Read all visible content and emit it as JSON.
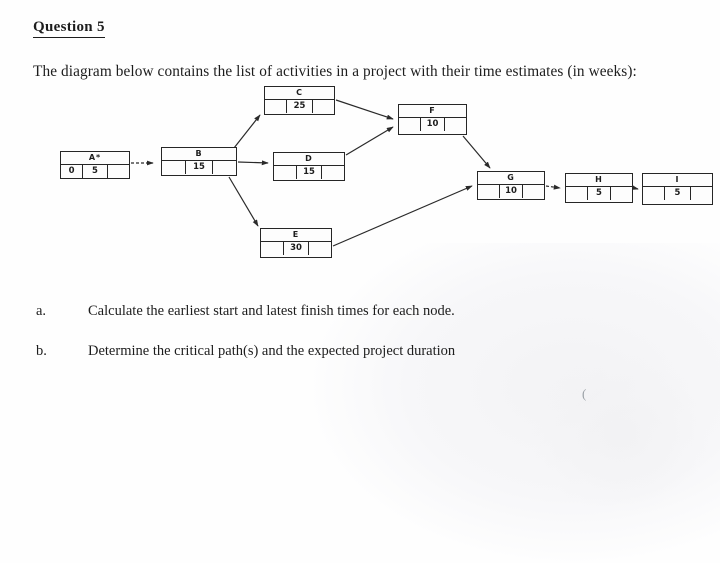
{
  "page": {
    "title": "Question 5",
    "intro": "The diagram below contains the list of activities in a project with their time estimates (in weeks):",
    "items": [
      {
        "label": "a.",
        "text": "Calculate the earliest start and latest finish times for each node."
      },
      {
        "label": "b.",
        "text": "Determine the critical path(s) and the expected project duration"
      }
    ],
    "artifact_mark": "("
  },
  "colors": {
    "ink": "#262626",
    "paper": "#fefefe"
  },
  "diagram": {
    "nodes": [
      {
        "id": "A",
        "label": "A*",
        "earliest_start": "0",
        "duration": "5",
        "latest_finish": ""
      },
      {
        "id": "B",
        "label": "B",
        "earliest_start": "",
        "duration": "15",
        "latest_finish": ""
      },
      {
        "id": "C",
        "label": "C",
        "earliest_start": "",
        "duration": "25",
        "latest_finish": ""
      },
      {
        "id": "D",
        "label": "D",
        "earliest_start": "",
        "duration": "15",
        "latest_finish": ""
      },
      {
        "id": "E",
        "label": "E",
        "earliest_start": "",
        "duration": "30",
        "latest_finish": ""
      },
      {
        "id": "F",
        "label": "F",
        "earliest_start": "",
        "duration": "10",
        "latest_finish": ""
      },
      {
        "id": "G",
        "label": "G",
        "earliest_start": "",
        "duration": "10",
        "latest_finish": ""
      },
      {
        "id": "H",
        "label": "H",
        "earliest_start": "",
        "duration": "5",
        "latest_finish": ""
      },
      {
        "id": "I",
        "label": "I",
        "earliest_start": "",
        "duration": "5",
        "latest_finish": ""
      }
    ],
    "edges": [
      {
        "from": "A",
        "to": "B"
      },
      {
        "from": "B",
        "to": "C"
      },
      {
        "from": "B",
        "to": "D"
      },
      {
        "from": "B",
        "to": "E"
      },
      {
        "from": "C",
        "to": "F"
      },
      {
        "from": "D",
        "to": "F"
      },
      {
        "from": "F",
        "to": "G"
      },
      {
        "from": "E",
        "to": "G"
      },
      {
        "from": "G",
        "to": "H"
      },
      {
        "from": "H",
        "to": "I"
      }
    ]
  }
}
